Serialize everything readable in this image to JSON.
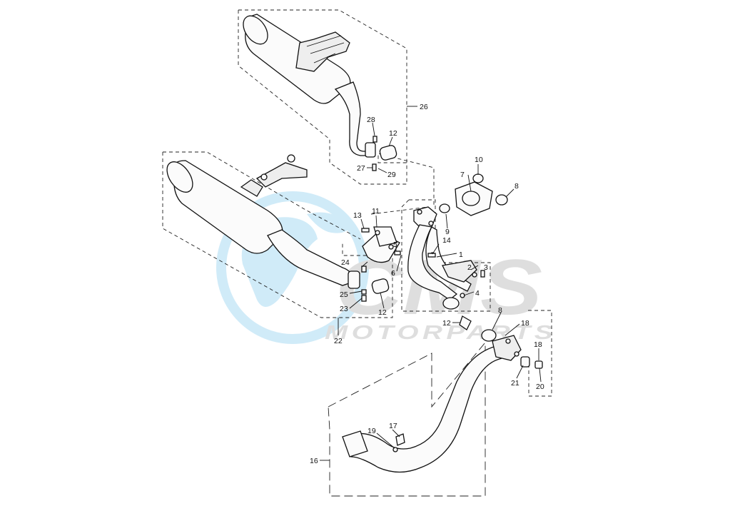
{
  "watermark": {
    "brand": "CMS",
    "tagline": "MOTORPARTS",
    "color": "#5bb8e8"
  },
  "callouts": {
    "c1": "1",
    "c2": "2",
    "c3": "3",
    "c4": "4",
    "c5": "5",
    "c6": "6",
    "c7": "7",
    "c8a": "8",
    "c8b": "8",
    "c9": "9",
    "c10": "10",
    "c11": "11",
    "c12a": "12",
    "c12b": "12",
    "c12c": "12",
    "c13": "13",
    "c14": "14",
    "c16": "16",
    "c17": "17",
    "c18a": "18",
    "c18b": "18",
    "c19": "19",
    "c20": "20",
    "c21": "21",
    "c22": "22",
    "c23": "23",
    "c24": "24",
    "c25": "25",
    "c26": "26",
    "c27": "27",
    "c28": "28",
    "c29": "29"
  },
  "icons": {
    "globe": "globe-watermark-icon"
  }
}
